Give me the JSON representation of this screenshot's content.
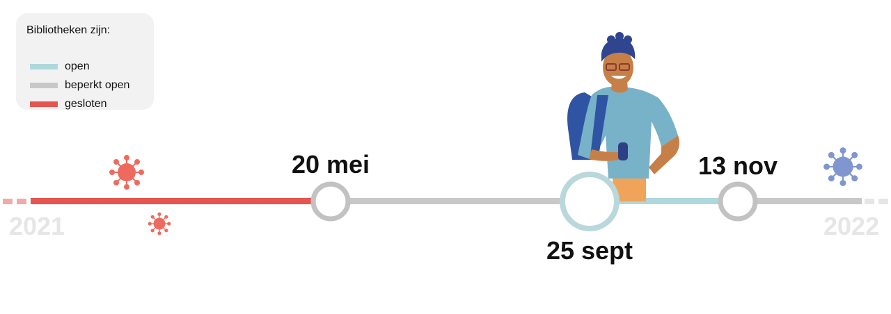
{
  "legend": {
    "title": "Bibliotheken zijn:",
    "items": [
      {
        "label": "open",
        "color": "#aed8db"
      },
      {
        "label": "beperkt open",
        "color": "#c8c8c8"
      },
      {
        "label": "gesloten",
        "color": "#e65550"
      }
    ]
  },
  "timeline": {
    "start_year": "2021",
    "end_year": "2022",
    "segments": [
      {
        "status": "gesloten",
        "from": "2021",
        "to": "20 mei"
      },
      {
        "status": "beperkt open",
        "from": "20 mei",
        "to": "25 sept"
      },
      {
        "status": "open",
        "from": "25 sept",
        "to": "13 nov"
      },
      {
        "status": "beperkt open",
        "from": "13 nov",
        "to": "2022"
      }
    ],
    "milestones": [
      {
        "label": "20 mei"
      },
      {
        "label": "25 sept"
      },
      {
        "label": "13 nov"
      }
    ]
  },
  "icons": {
    "virus_red": "virus-icon",
    "virus_blue": "virus-icon",
    "person": "student-with-backpack-illustration"
  },
  "colors": {
    "closed": "#e65550",
    "limited": "#c8c8c8",
    "open": "#aed8db",
    "virus_red": "#ef6a5e",
    "virus_blue": "#7f96cf",
    "year": "#e6e6e6"
  }
}
